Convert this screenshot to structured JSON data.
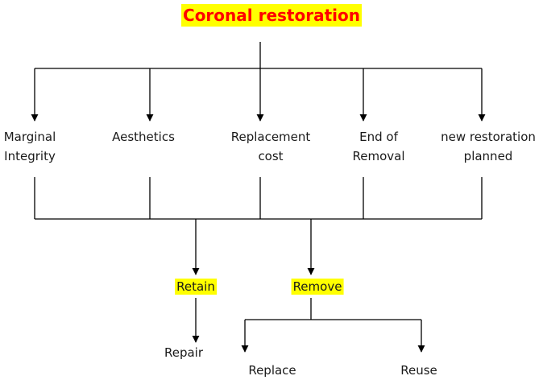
{
  "title": "Coronal restoration",
  "colors": {
    "title_text": "#ff0000",
    "highlight": "#ffff00",
    "line": "#000000",
    "text": "#1a1a1a"
  },
  "criteria": [
    {
      "line1": "Marginal",
      "line2": "Integrity"
    },
    {
      "line1": "Aesthetics",
      "line2": ""
    },
    {
      "line1": "Replacement",
      "line2": "cost"
    },
    {
      "line1": "End of",
      "line2": "Removal"
    },
    {
      "line1": "new restoration",
      "line2": "planned"
    }
  ],
  "decisions": {
    "retain": "Retain",
    "remove": "Remove"
  },
  "outcomes": {
    "repair": "Repair",
    "replace": "Replace",
    "reuse": "Reuse"
  }
}
